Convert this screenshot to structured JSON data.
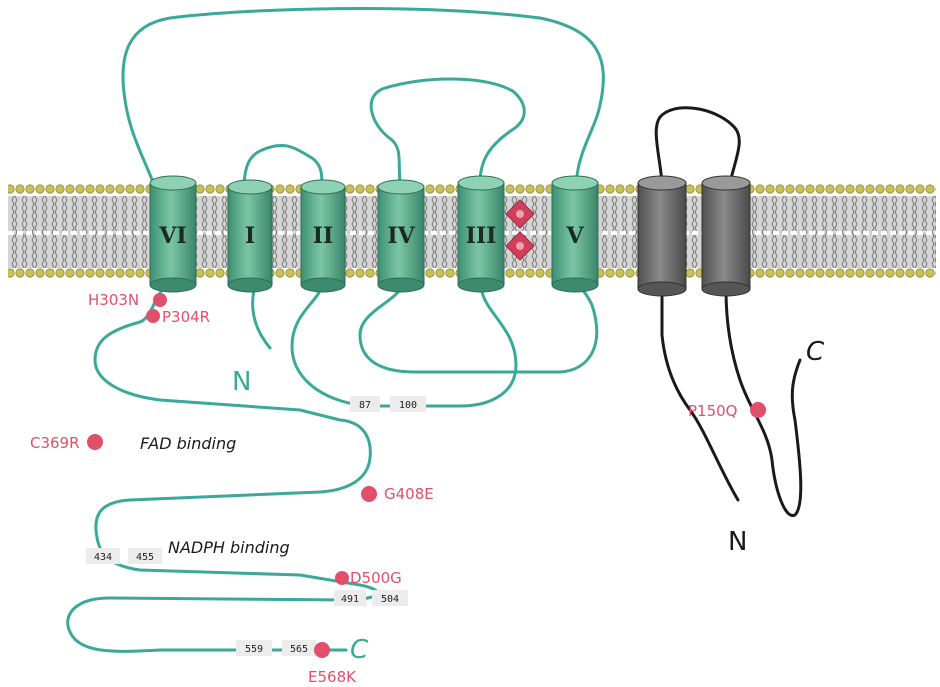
{
  "colors": {
    "gp91phox": "#3aa99a",
    "p22phox": "#1a1a1a",
    "helix_green": "#5bb394",
    "helix_gray": "#6e6e6e",
    "lipid_head": "#c9c05a",
    "mutation": "#e0506a",
    "heme": "#d0405a"
  },
  "helices": {
    "gp91": [
      "VI",
      "I",
      "II",
      "IV",
      "III",
      "V"
    ]
  },
  "termini": {
    "gp91_n": "N",
    "gp91_c": "C",
    "p22_n": "N",
    "p22_c": "C"
  },
  "domains": {
    "fad": "FAD binding",
    "nadph": "NADPH binding"
  },
  "mutations": [
    "H303N",
    "P304R",
    "C369R",
    "G408E",
    "D500G",
    "E568K",
    "P150Q"
  ],
  "residue_numbers": [
    "87",
    "100",
    "434",
    "455",
    "491",
    "504",
    "559",
    "565"
  ],
  "icons": {
    "heme": "heme-icon",
    "mutation": "mutation-star-icon"
  }
}
